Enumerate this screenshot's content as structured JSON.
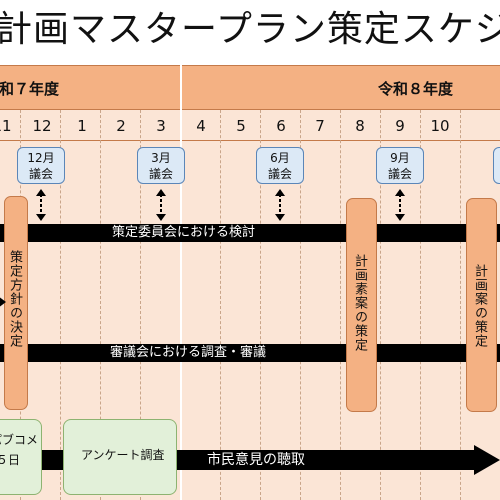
{
  "title": "計画マスタープラン策定スケジュール",
  "years": {
    "first": "和７年度",
    "second": "令和８年度"
  },
  "months": [
    "11",
    "12",
    "1",
    "2",
    "3",
    "4",
    "5",
    "6",
    "7",
    "8",
    "9",
    "10"
  ],
  "councils": [
    {
      "month": "12月",
      "label": "議会"
    },
    {
      "month": "3月",
      "label": "議会"
    },
    {
      "month": "6月",
      "label": "議会"
    },
    {
      "month": "9月",
      "label": "議会"
    }
  ],
  "bars": {
    "committee": "策定委員会における検討",
    "council_review": "審議会における調査・審議",
    "public_opinion": "市民意見の聴取"
  },
  "milestones": {
    "policy": "策定方針の決定",
    "draft": "計画素案の策定",
    "plan": "計画案の策定"
  },
  "survey": "アンケート調査",
  "pubcomment": {
    "line1": "パブコメ",
    "line2": "５日"
  },
  "colors": {
    "yearband": "#f4b183",
    "body": "#fbe5d6",
    "council": "#dce9f6",
    "bar": "#000000",
    "survey": "#e2f0d9"
  }
}
